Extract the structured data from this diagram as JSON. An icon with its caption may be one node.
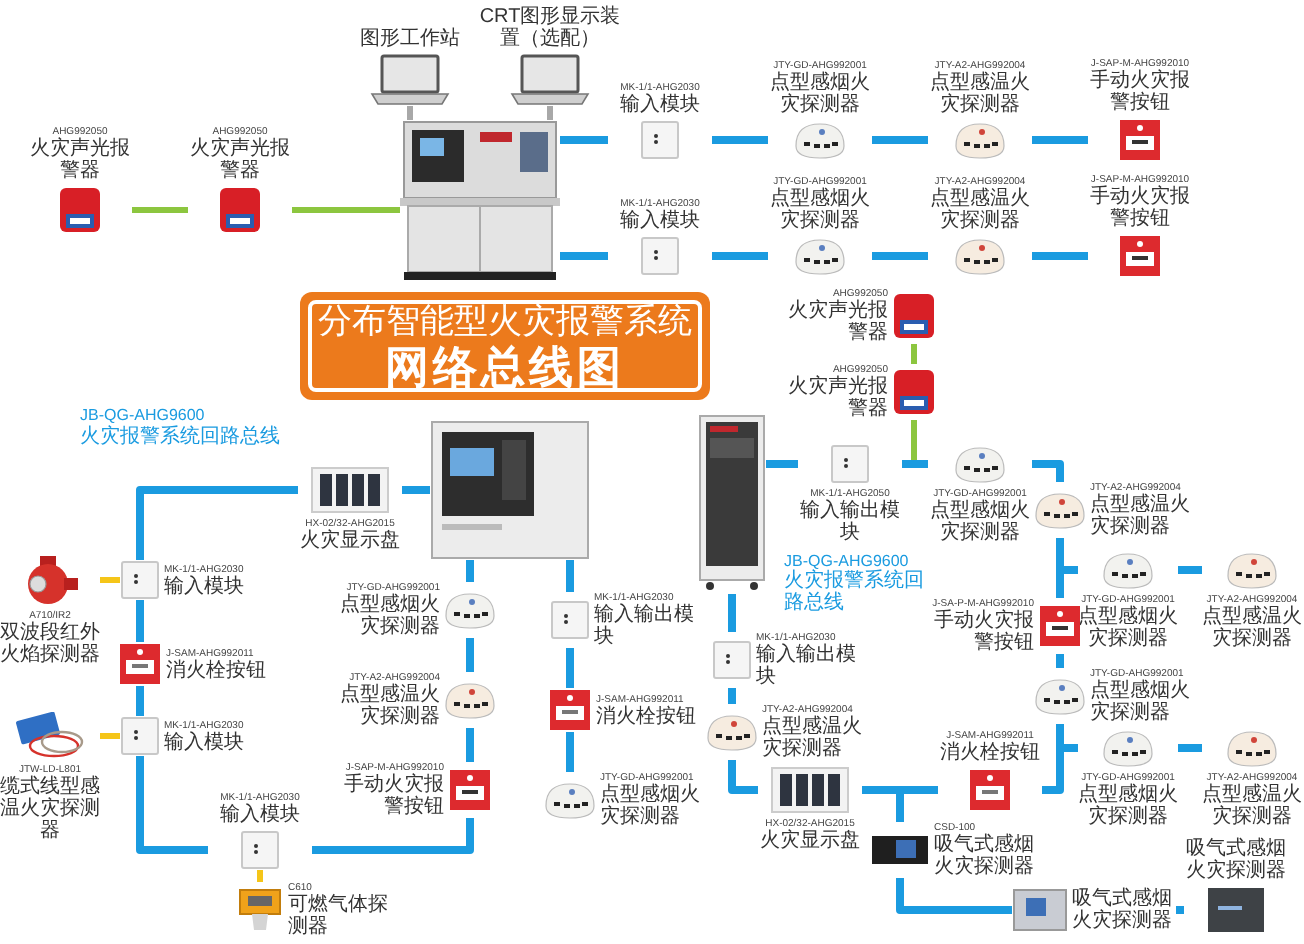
{
  "diagram": {
    "nodes": [
      {
        "text": [
          "图形工作站"
        ]
      },
      {
        "text": [
          "CRT图形显示装置（选配）"
        ]
      },
      {
        "text": [],
        "shape": "picture"
      },
      {
        "text": [
          "AHG992050",
          "火灾声光报警器"
        ]
      },
      {
        "text": [
          "AHG992050",
          "火灾声光报警器"
        ]
      },
      {
        "text": [
          "MK-1/1-AHG2030",
          "输入模块"
        ]
      },
      {
        "text": [
          "JTY-GD-AHG992001",
          "点型感烟火灾探测器"
        ]
      },
      {
        "text": [
          "JTY-A2-AHG992004",
          "点型感温火灾探测器"
        ]
      },
      {
        "text": [
          "J-SAP-M-AHG992010",
          "手动火灾报警按钮"
        ]
      },
      {
        "text": [
          "MK-1/1-AHG2030",
          "输入模块"
        ]
      },
      {
        "text": [
          "JTY-GD-AHG992001",
          "点型感烟火灾探测器"
        ]
      },
      {
        "text": [
          "JTY-A2-AHG992004",
          "点型感温火灾探测器"
        ]
      },
      {
        "text": [
          "J-SAP-M-AHG992010",
          "手动火灾报警按钮"
        ]
      },
      {
        "text": [
          "分布智能型火灾报警系统",
          "网络总线图"
        ]
      },
      {
        "text": [],
        "shape": "picture"
      },
      {
        "text": [],
        "shape": "picture"
      },
      {
        "text": [
          "HX-02/32-AHG2015",
          "火灾显示盘"
        ]
      },
      {
        "text": [
          "MK-1/1-AHG2030",
          "输入模块"
        ]
      },
      {
        "text": [
          "A710/IR2",
          "双波段红外火焰探测器"
        ]
      },
      {
        "text": [
          "J-SAM-AHG992011",
          "消火栓按钮"
        ]
      },
      {
        "text": [
          "MK-1/1-AHG2030",
          "输入模块"
        ]
      },
      {
        "text": [
          "JTW-LD-L801",
          "缆式线型感温火灾探测器"
        ]
      },
      {
        "text": [
          "MK-1/1-AHG2030",
          "输入模块"
        ]
      },
      {
        "text": [
          "C610",
          "可燃气体探测器"
        ]
      },
      {
        "text": [
          "J-SAP-M-AHG992010",
          "手动火灾报警按钮"
        ]
      },
      {
        "text": [
          "JTY-A2-AHG992004",
          "点型感温火灾探测器"
        ]
      },
      {
        "text": [
          "JTY-GD-AHG992001",
          "点型感烟火灾探测器"
        ]
      },
      {
        "text": [
          "MK-1/1-AHG2030",
          "输入输出模块"
        ]
      },
      {
        "text": [
          "J-SAM-AHG992011",
          "消火栓按钮"
        ]
      },
      {
        "text": [
          "JTY-GD-AHG992001",
          "点型感烟火灾探测器"
        ]
      },
      {
        "text": [
          "AHG992050",
          "火灾声光报警器"
        ]
      },
      {
        "text": [
          "AHG992050",
          "火灾声光报警器"
        ]
      },
      {
        "text": [
          "MK-1/1-AHG2050",
          "输入输出模块"
        ]
      },
      {
        "text": [
          "JTY-GD-AHG992001",
          "点型感烟火灾探测器"
        ]
      },
      {
        "text": [
          "JTY-A2-AHG992004",
          "点型感温火灾探测器"
        ]
      },
      {
        "text": [
          "JTY-GD-AHG992001",
          "点型感烟火灾探测器"
        ]
      },
      {
        "text": [
          "JTY-A2-AHG992004",
          "点型感温火灾探测器"
        ]
      },
      {
        "text": [
          "J-SA-P-M-AHG992010",
          "手动火灾报警按钮"
        ]
      },
      {
        "text": [
          "JTY-GD-AHG992001",
          "点型感烟火灾探测器"
        ]
      },
      {
        "text": [
          "JTY-GD-AHG992001",
          "点型感烟火灾探测器"
        ]
      },
      {
        "text": [
          "JTY-A2-AHG992004",
          "点型感温火灾探测器"
        ]
      },
      {
        "text": [
          "J-SAM-AHG992011",
          "消火栓按钮"
        ]
      },
      {
        "text": [
          "HX-02/32-AHG2015",
          "火灾显示盘"
        ]
      },
      {
        "text": [
          "JTY-A2-AHG992004",
          "点型感温火灾探测器"
        ]
      },
      {
        "text": [
          "MK-1/1-AHG2030",
          "输入输出模块"
        ]
      },
      {
        "text": [
          "CSD-100",
          "吸气式感烟火灾探测器"
        ]
      },
      {
        "text": [
          "吸气式感烟火灾探测器"
        ]
      },
      {
        "text": [
          "吸气式感烟火灾探测器"
        ]
      }
    ],
    "edges": [
      {
        "from": 0,
        "to": 2,
        "arrow": "none",
        "color": "#a8a8a8"
      },
      {
        "from": 1,
        "to": 2,
        "arrow": "none",
        "color": "#a8a8a8"
      },
      {
        "from": 3,
        "to": 4,
        "arrow": "none",
        "color": "#8cc63f"
      },
      {
        "from": 4,
        "to": 2,
        "arrow": "none",
        "color": "#8cc63f"
      },
      {
        "from": 2,
        "to": 5,
        "arrow": "none"
      },
      {
        "from": 5,
        "to": 6,
        "arrow": "none"
      },
      {
        "from": 6,
        "to": 7,
        "arrow": "none"
      },
      {
        "from": 7,
        "to": 8,
        "arrow": "none"
      },
      {
        "from": 2,
        "to": 9,
        "arrow": "none"
      },
      {
        "from": 9,
        "to": 10,
        "arrow": "none"
      },
      {
        "from": 10,
        "to": 11,
        "arrow": "none"
      },
      {
        "from": 11,
        "to": 12,
        "arrow": "none"
      },
      {
        "from": 14,
        "to": 16,
        "arrow": "none"
      },
      {
        "from": 16,
        "to": 17,
        "arrow": "none"
      },
      {
        "from": 17,
        "to": 19,
        "arrow": "none"
      },
      {
        "from": 19,
        "to": 20,
        "arrow": "none"
      },
      {
        "from": 20,
        "to": 22,
        "arrow": "none"
      },
      {
        "from": 22,
        "to": 24,
        "arrow": "none"
      },
      {
        "from": 24,
        "to": 25,
        "arrow": "none"
      },
      {
        "from": 25,
        "to": 26,
        "arrow": "none"
      },
      {
        "from": 26,
        "to": 14,
        "arrow": "none"
      },
      {
        "from": 18,
        "to": 17,
        "arrow": "none",
        "color": "#f5c518"
      },
      {
        "from": 21,
        "to": 20,
        "arrow": "none",
        "color": "#f5c518"
      },
      {
        "from": 22,
        "to": 23,
        "arrow": "none",
        "color": "#f5c518"
      },
      {
        "from": 14,
        "to": 27,
        "arrow": "none"
      },
      {
        "from": 27,
        "to": 28,
        "arrow": "none"
      },
      {
        "from": 28,
        "to": 29,
        "arrow": "none"
      },
      {
        "from": 30,
        "to": 31,
        "arrow": "none",
        "color": "#8cc63f"
      },
      {
        "from": 31,
        "to": 32,
        "arrow": "none",
        "color": "#8cc63f"
      },
      {
        "from": 31,
        "to": 33,
        "arrow": "none",
        "color": "#8cc63f"
      },
      {
        "from": 15,
        "to": 32,
        "arrow": "none"
      },
      {
        "from": 32,
        "to": 33,
        "arrow": "none"
      },
      {
        "from": 33,
        "to": 34,
        "arrow": "none"
      },
      {
        "from": 34,
        "to": 35,
        "arrow": "none"
      },
      {
        "from": 35,
        "to": 36,
        "arrow": "none"
      },
      {
        "from": 34,
        "to": 37,
        "arrow": "none"
      },
      {
        "from": 37,
        "to": 38,
        "arrow": "none"
      },
      {
        "from": 38,
        "to": 39,
        "arrow": "none"
      },
      {
        "from": 39,
        "to": 40,
        "arrow": "none"
      },
      {
        "from": 38,
        "to": 41,
        "arrow": "none"
      },
      {
        "from": 41,
        "to": 42,
        "arrow": "none"
      },
      {
        "from": 42,
        "to": 43,
        "arrow": "none"
      },
      {
        "from": 43,
        "to": 44,
        "arrow": "none"
      },
      {
        "from": 44,
        "to": 15,
        "arrow": "none"
      },
      {
        "from": 42,
        "to": 45,
        "arrow": "none"
      },
      {
        "from": 45,
        "to": 46,
        "arrow": "none"
      },
      {
        "from": 46,
        "to": 47,
        "arrow": "none"
      }
    ],
    "labels": [
      "JB-QG-AHG9600",
      "火灾报警系统回路总线",
      "JB-QG-AHG9600",
      "火灾报警系统回路总线"
    ]
  }
}
